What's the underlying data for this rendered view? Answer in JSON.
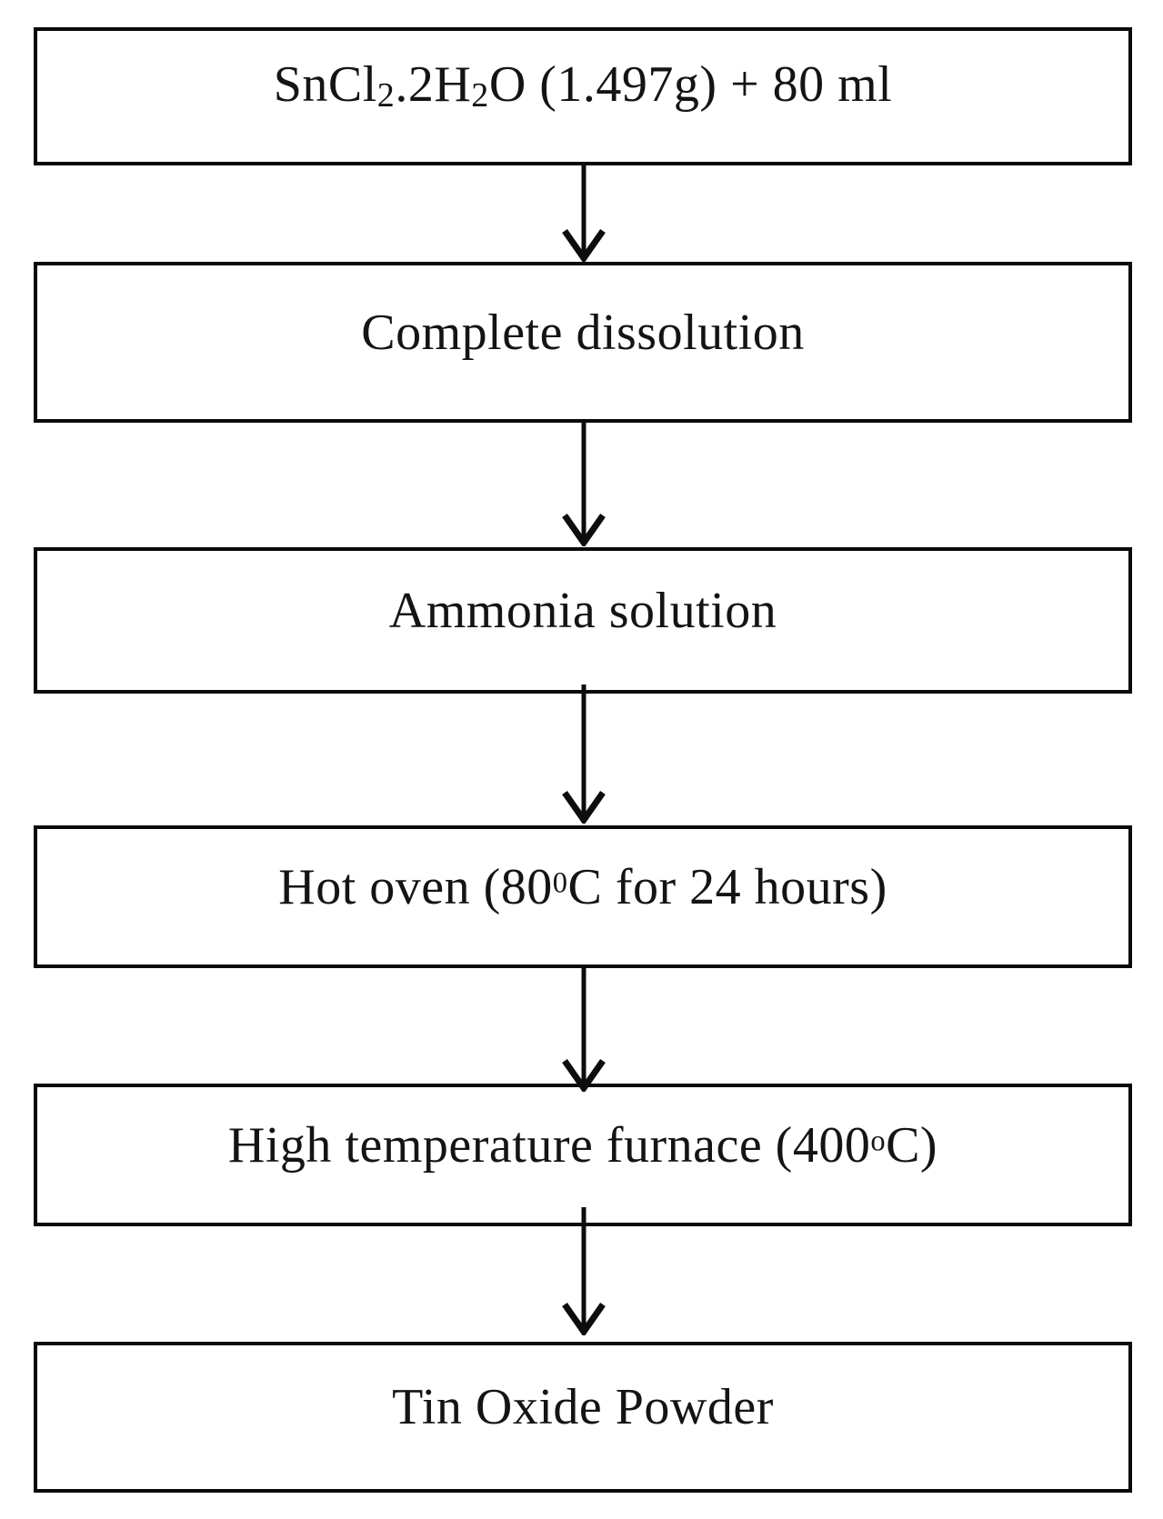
{
  "flowchart": {
    "steps": [
      {
        "plain_text": "SnCl2.2H2O (1.497g) + 80 ml",
        "parts": [
          {
            "text": "SnCl"
          },
          {
            "text": "2",
            "script": "sub"
          },
          {
            "text": ".2H"
          },
          {
            "text": "2",
            "script": "sub"
          },
          {
            "text": "O (1.497g) + 80 ml"
          }
        ]
      },
      {
        "plain_text": "Complete dissolution",
        "parts": [
          {
            "text": "Complete dissolution"
          }
        ]
      },
      {
        "plain_text": "Ammonia solution",
        "parts": [
          {
            "text": "Ammonia solution"
          }
        ]
      },
      {
        "plain_text": "Hot oven (80⁰C for 24 hours)",
        "parts": [
          {
            "text": "Hot oven (80"
          },
          {
            "text": "0",
            "script": "sup"
          },
          {
            "text": "C for 24 hours)"
          }
        ]
      },
      {
        "plain_text": "High temperature furnace (400ºC)",
        "parts": [
          {
            "text": "High temperature furnace (400"
          },
          {
            "text": "o",
            "script": "sup"
          },
          {
            "text": "C)"
          }
        ]
      },
      {
        "plain_text": "Tin Oxide Powder",
        "parts": [
          {
            "text": "Tin Oxide Powder"
          }
        ]
      }
    ],
    "connector_icon": "down-arrow",
    "connector_count": 5
  },
  "colors": {
    "background": "#ffffff",
    "line": "#0d0d0d",
    "text": "#141414"
  }
}
